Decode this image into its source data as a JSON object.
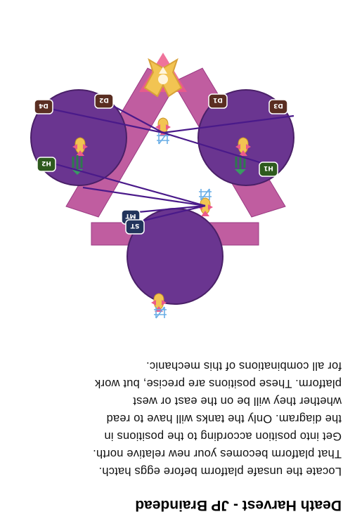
{
  "title": "Death Harvest - JP Braindead",
  "body_lines": [
    "Locate the unsafe platform before eggs hatch.",
    "That platform becomes your new relative north.",
    "Get into position according to the positions in",
    "the diagram. Only the tanks will have to read",
    "whether they will be on the east or west",
    "platform. These positions are precise, but work",
    "for all combinations of this mechanic."
  ],
  "colors": {
    "platform": "#6a3590",
    "bridge": "#c05da0",
    "tether": "#4a1a8a",
    "waymark": "#ec5a8a",
    "ornament": "#f2c452",
    "dps_marker": "#5a2e22",
    "healer_marker": "#2e5a1e",
    "tank_marker": "#22345c"
  },
  "markers": {
    "d1": "D1",
    "d2": "D2",
    "d3": "D3",
    "d4": "D4",
    "h1": "H1",
    "h2": "H2",
    "mt": "MT",
    "st": "ST"
  },
  "icons": [
    "boss-icon",
    "egg-icon",
    "waymark-icon"
  ]
}
